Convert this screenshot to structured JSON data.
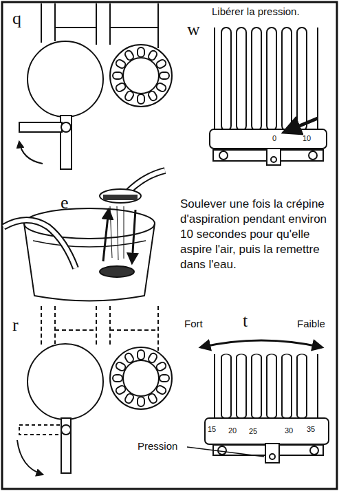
{
  "diagram": {
    "labels": [
      "q",
      "w",
      "Libérer la pression.",
      "e",
      "Soulever une fois la crépine d'aspiration pendant environ 10 secondes pour qu'elle aspire l'air, puis la remettre dans l'eau.",
      "r",
      "t",
      "Fort",
      "Faible",
      "Pression",
      "0",
      "10",
      "15",
      "20",
      "25",
      "30",
      "35"
    ]
  }
}
